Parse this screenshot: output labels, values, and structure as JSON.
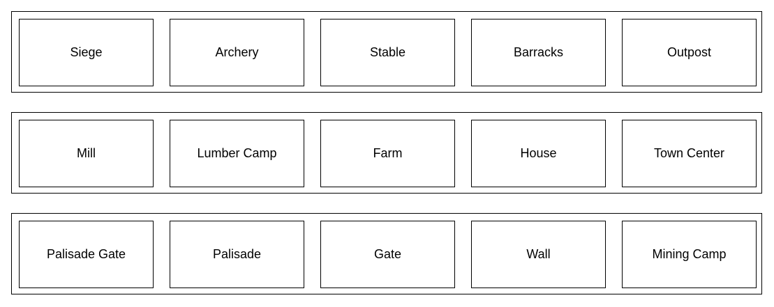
{
  "rows": [
    {
      "items": [
        "Siege",
        "Archery",
        "Stable",
        "Barracks",
        "Outpost"
      ]
    },
    {
      "items": [
        "Mill",
        "Lumber Camp",
        "Farm",
        "House",
        "Town Center"
      ]
    },
    {
      "items": [
        "Palisade Gate",
        "Palisade",
        "Gate",
        "Wall",
        "Mining Camp"
      ]
    }
  ]
}
